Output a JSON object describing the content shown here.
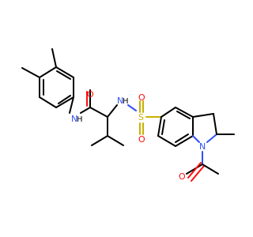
{
  "atoms": {
    "o_amide": "O",
    "nh_amide": "N",
    "h_amide": "H",
    "nh_sulfonamide": "N",
    "h_sulfonamide": "H",
    "s_sulfonyl": "S",
    "o_sulfonyl_top": "O",
    "o_sulfonyl_bottom": "O",
    "n_indoline": "N",
    "o_acetyl": "O"
  },
  "colors": {
    "carbon_bond": "#000000",
    "oxygen": "#ff0d0d",
    "nitrogen": "#3050f8",
    "sulfur": "#c9b100"
  }
}
